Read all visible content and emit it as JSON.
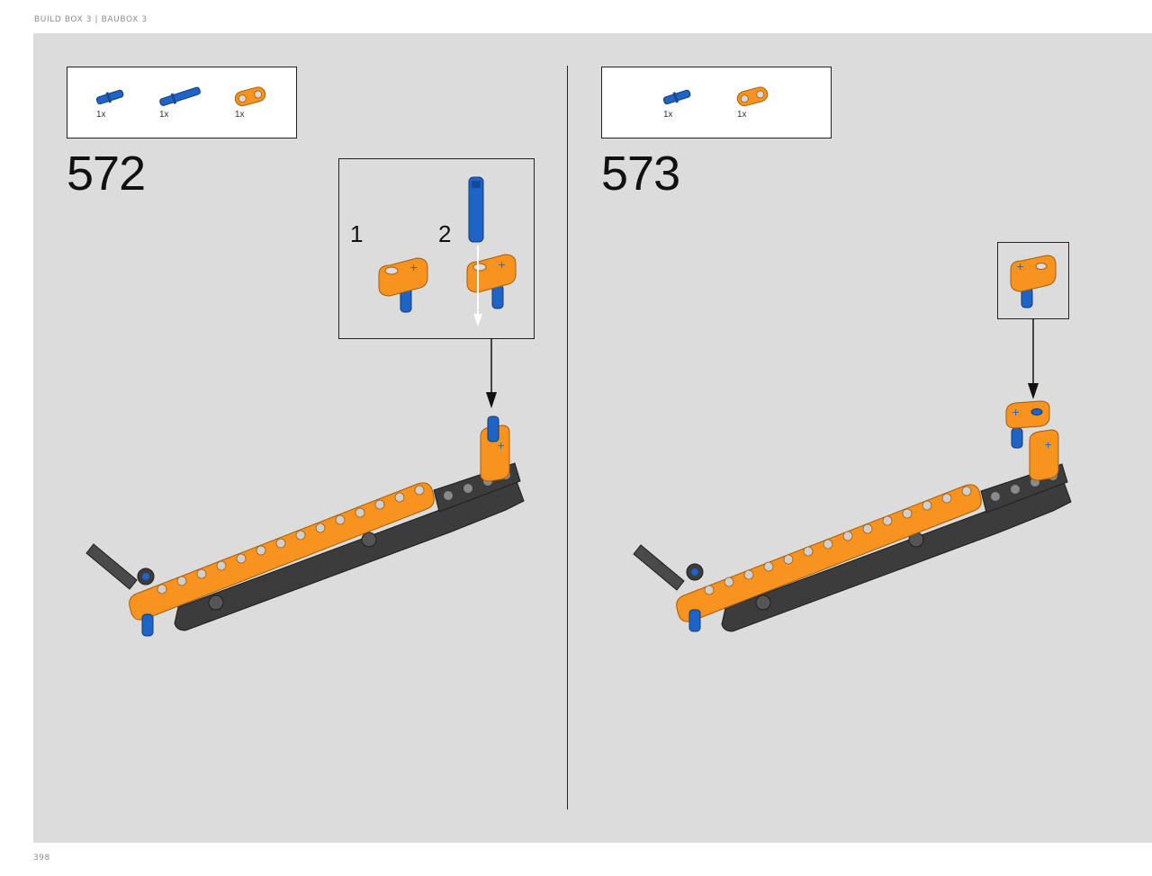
{
  "header": {
    "text": "BUILD BOX 3  |  BAUBOX 3"
  },
  "footer": {
    "page_number": "398"
  },
  "steps": [
    {
      "number": "572",
      "parts": [
        {
          "icon": "short-blue-pin-icon",
          "qty": "1x"
        },
        {
          "icon": "long-blue-axle-pin-icon",
          "qty": "1x"
        },
        {
          "icon": "orange-double-beam-icon",
          "qty": "1x"
        }
      ],
      "callout": {
        "substeps": [
          "1",
          "2"
        ]
      }
    },
    {
      "number": "573",
      "parts": [
        {
          "icon": "short-blue-pin-icon",
          "qty": "1x"
        },
        {
          "icon": "orange-double-beam-icon",
          "qty": "1x"
        }
      ]
    }
  ],
  "colors": {
    "background": "#dcdcdc",
    "orange": "#f7931e",
    "blue": "#1e63c6",
    "dark_gray": "#3c3c3c"
  }
}
